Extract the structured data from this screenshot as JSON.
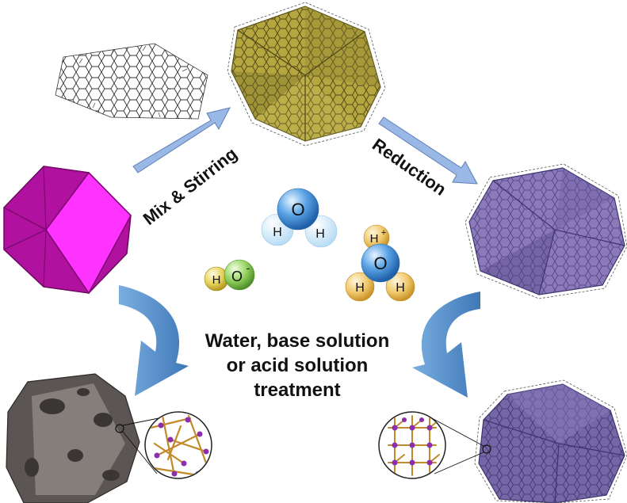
{
  "labels": {
    "mix": "Mix & Stirring",
    "reduction": "Reduction",
    "treatment_line1": "Water, base solution",
    "treatment_line2": "or acid solution",
    "treatment_line3": "treatment"
  },
  "water_molecule": {
    "o": "O",
    "h1": "H",
    "h2": "H"
  },
  "hydroxide": {
    "h": "H",
    "o": "O",
    "charge": "-"
  },
  "hydronium": {
    "h_top": "H",
    "charge": "+",
    "o": "O",
    "h1": "H",
    "h2": "H"
  },
  "colors": {
    "mof_magenta": "#b0119f",
    "mof_face_light": "#ff33ff",
    "go_coated": "#a79a3a",
    "rgo_coated": "#8a78b8",
    "etched": "#5b5553",
    "arrow_blue": "#5a8fc8"
  }
}
